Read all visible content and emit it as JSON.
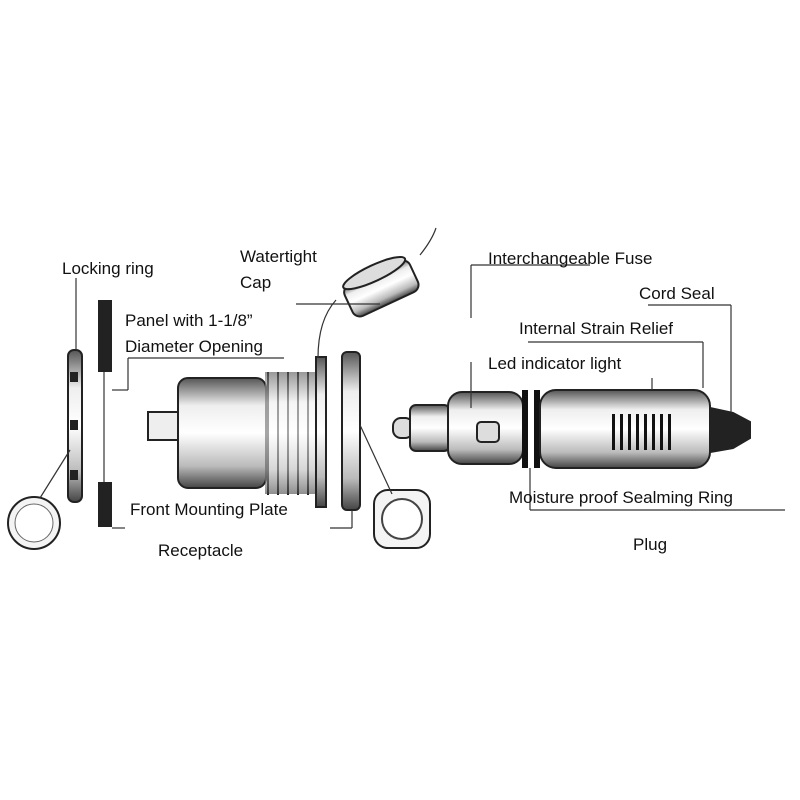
{
  "labels": {
    "locking_ring": "Locking ring",
    "watertight_cap_1": "Watertight",
    "watertight_cap_2": "Cap",
    "panel_1": "Panel with 1-1/8”",
    "panel_2": "Diameter Opening",
    "front_mounting_plate": "Front Mounting Plate",
    "receptacle": "Receptacle",
    "fuse": "Interchangeable Fuse",
    "cord_seal": "Cord Seal",
    "strain_relief": "Internal Strain Relief",
    "led": "Led indicator light",
    "sealing_ring": "Moisture proof Sealming Ring",
    "plug": "Plug"
  }
}
